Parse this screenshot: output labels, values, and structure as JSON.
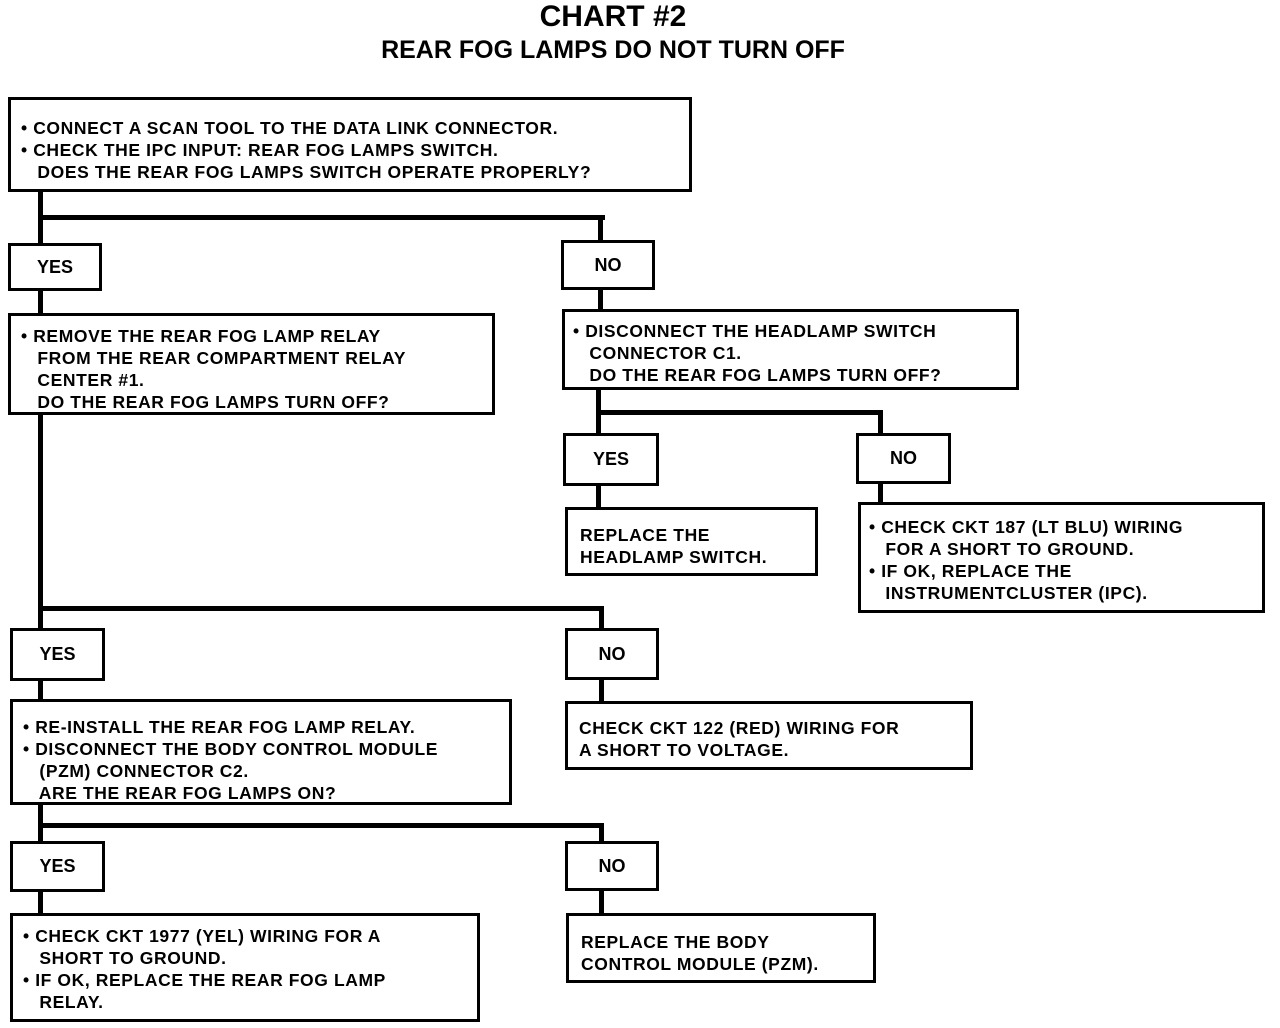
{
  "chart": {
    "title": "CHART #2",
    "subtitle": "REAR FOG LAMPS DO NOT TURN OFF"
  },
  "labels": {
    "yes": "YES",
    "no": "NO"
  },
  "boxes": {
    "start": [
      "• CONNECT A SCAN TOOL TO THE DATA LINK CONNECTOR.",
      "• CHECK THE IPC INPUT: REAR FOG LAMPS SWITCH.",
      "   DOES THE REAR FOG LAMPS SWITCH OPERATE PROPERLY?"
    ],
    "remove_relay": [
      "• REMOVE THE REAR FOG LAMP RELAY",
      "   FROM THE REAR COMPARTMENT RELAY",
      "   CENTER #1.",
      "   DO THE REAR FOG LAMPS TURN OFF?"
    ],
    "disconnect_headlamp": [
      "• DISCONNECT THE HEADLAMP SWITCH",
      "   CONNECTOR C1.",
      "   DO THE REAR FOG LAMPS TURN OFF?"
    ],
    "replace_headlamp": [
      "REPLACE THE",
      "HEADLAMP SWITCH."
    ],
    "check_ckt187": [
      "• CHECK CKT 187 (LT BLU) WIRING",
      "   FOR A SHORT TO GROUND.",
      "• IF OK, REPLACE THE",
      "   INSTRUMENTCLUSTER (IPC)."
    ],
    "reinstall_relay": [
      "• RE-INSTALL THE REAR FOG LAMP RELAY.",
      "• DISCONNECT THE BODY CONTROL MODULE",
      "   (PZM) CONNECTOR C2.",
      "   ARE THE REAR FOG LAMPS ON?"
    ],
    "check_ckt122": [
      "CHECK CKT 122 (RED) WIRING FOR",
      "A SHORT TO VOLTAGE."
    ],
    "check_ckt1977": [
      "• CHECK CKT 1977 (YEL) WIRING FOR A",
      "   SHORT TO GROUND.",
      "• IF OK, REPLACE THE REAR FOG LAMP",
      "   RELAY."
    ],
    "replace_bcm": [
      "REPLACE THE BODY",
      "CONTROL MODULE (PZM)."
    ]
  }
}
